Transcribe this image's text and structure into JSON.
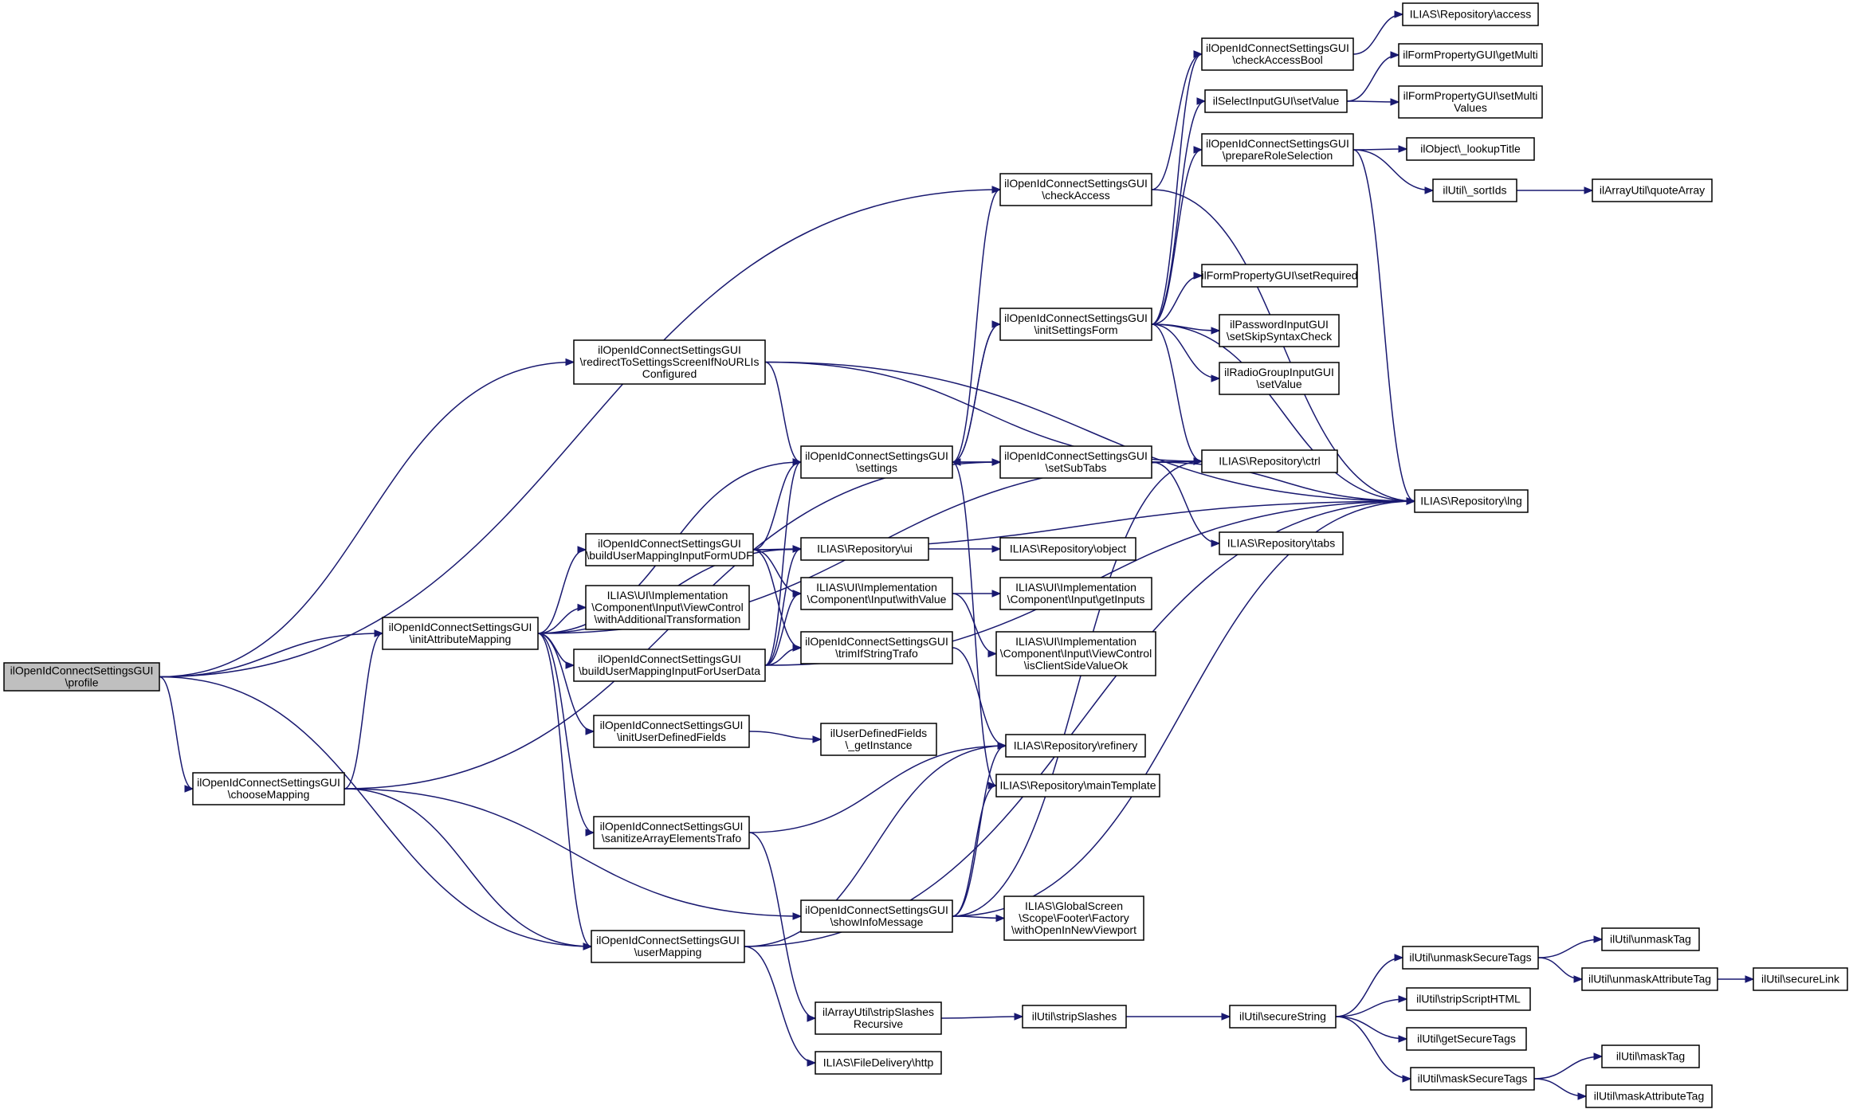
{
  "graph": {
    "nodes": [
      {
        "id": "profile",
        "lines": [
          "ilOpenIdConnectSettingsGUI",
          "\\profile"
        ],
        "root": true
      },
      {
        "id": "checkAccess",
        "lines": [
          "ilOpenIdConnectSettingsGUI",
          "\\checkAccess"
        ]
      },
      {
        "id": "checkAccessBool",
        "lines": [
          "ilOpenIdConnectSettingsGUI",
          "\\checkAccessBool"
        ]
      },
      {
        "id": "repoAccess",
        "lines": [
          "ILIAS\\Repository\\access"
        ]
      },
      {
        "id": "getMulti",
        "lines": [
          "ilFormPropertyGUI\\getMulti"
        ]
      },
      {
        "id": "selSetValue",
        "lines": [
          "ilSelectInputGUI\\setValue"
        ]
      },
      {
        "id": "setMultiValues",
        "lines": [
          "ilFormPropertyGUI\\setMulti",
          "Values"
        ]
      },
      {
        "id": "prepareRole",
        "lines": [
          "ilOpenIdConnectSettingsGUI",
          "\\prepareRoleSelection"
        ]
      },
      {
        "id": "lookupTitle",
        "lines": [
          "ilObject\\_lookupTitle"
        ]
      },
      {
        "id": "sortIds",
        "lines": [
          "ilUtil\\_sortIds"
        ]
      },
      {
        "id": "quoteArray",
        "lines": [
          "ilArrayUtil\\quoteArray"
        ]
      },
      {
        "id": "setRequired",
        "lines": [
          "ilFormPropertyGUI\\setRequired"
        ]
      },
      {
        "id": "initSettingsForm",
        "lines": [
          "ilOpenIdConnectSettingsGUI",
          "\\initSettingsForm"
        ]
      },
      {
        "id": "skipSyntax",
        "lines": [
          "ilPasswordInputGUI",
          "\\setSkipSyntaxCheck"
        ]
      },
      {
        "id": "radioSetValue",
        "lines": [
          "ilRadioGroupInputGUI",
          "\\setValue"
        ]
      },
      {
        "id": "redirect",
        "lines": [
          "ilOpenIdConnectSettingsGUI",
          "\\redirectToSettingsScreenIfNoURLIs",
          "Configured"
        ]
      },
      {
        "id": "settings",
        "lines": [
          "ilOpenIdConnectSettingsGUI",
          "\\settings"
        ]
      },
      {
        "id": "setSubTabs",
        "lines": [
          "ilOpenIdConnectSettingsGUI",
          "\\setSubTabs"
        ]
      },
      {
        "id": "ctrl",
        "lines": [
          "ILIAS\\Repository\\ctrl"
        ]
      },
      {
        "id": "lng",
        "lines": [
          "ILIAS\\Repository\\lng"
        ]
      },
      {
        "id": "tabs",
        "lines": [
          "ILIAS\\Repository\\tabs"
        ]
      },
      {
        "id": "buildUDF",
        "lines": [
          "ilOpenIdConnectSettingsGUI",
          "\\buildUserMappingInputFormUDF"
        ]
      },
      {
        "id": "ui",
        "lines": [
          "ILIAS\\Repository\\ui"
        ]
      },
      {
        "id": "object",
        "lines": [
          "ILIAS\\Repository\\object"
        ]
      },
      {
        "id": "viewControl",
        "lines": [
          "ILIAS\\UI\\Implementation",
          "\\Component\\Input\\ViewControl",
          "\\withAdditionalTransformation"
        ]
      },
      {
        "id": "withValue",
        "lines": [
          "ILIAS\\UI\\Implementation",
          "\\Component\\Input\\withValue"
        ]
      },
      {
        "id": "getInputs",
        "lines": [
          "ILIAS\\UI\\Implementation",
          "\\Component\\Input\\getInputs"
        ]
      },
      {
        "id": "initAttr",
        "lines": [
          "ilOpenIdConnectSettingsGUI",
          "\\initAttributeMapping"
        ]
      },
      {
        "id": "buildUser",
        "lines": [
          "ilOpenIdConnectSettingsGUI",
          "\\buildUserMappingInputForUserData"
        ]
      },
      {
        "id": "trimIf",
        "lines": [
          "ilOpenIdConnectSettingsGUI",
          "\\trimIfStringTrafo"
        ]
      },
      {
        "id": "clientSide",
        "lines": [
          "ILIAS\\UI\\Implementation",
          "\\Component\\Input\\ViewControl",
          "\\isClientSideValueOk"
        ]
      },
      {
        "id": "initUDF",
        "lines": [
          "ilOpenIdConnectSettingsGUI",
          "\\initUserDefinedFields"
        ]
      },
      {
        "id": "udfInstance",
        "lines": [
          "ilUserDefinedFields",
          "\\_getInstance"
        ]
      },
      {
        "id": "refinery",
        "lines": [
          "ILIAS\\Repository\\refinery"
        ]
      },
      {
        "id": "chooseMapping",
        "lines": [
          "ilOpenIdConnectSettingsGUI",
          "\\chooseMapping"
        ]
      },
      {
        "id": "mainTemplate",
        "lines": [
          "ILIAS\\Repository\\mainTemplate"
        ]
      },
      {
        "id": "sanitize",
        "lines": [
          "ilOpenIdConnectSettingsGUI",
          "\\sanitizeArrayElementsTrafo"
        ]
      },
      {
        "id": "showInfo",
        "lines": [
          "ilOpenIdConnectSettingsGUI",
          "\\showInfoMessage"
        ]
      },
      {
        "id": "footer",
        "lines": [
          "ILIAS\\GlobalScreen",
          "\\Scope\\Footer\\Factory",
          "\\withOpenInNewViewport"
        ]
      },
      {
        "id": "userMapping",
        "lines": [
          "ilOpenIdConnectSettingsGUI",
          "\\userMapping"
        ]
      },
      {
        "id": "unmaskSecure",
        "lines": [
          "ilUtil\\unmaskSecureTags"
        ]
      },
      {
        "id": "unmaskTag",
        "lines": [
          "ilUtil\\unmaskTag"
        ]
      },
      {
        "id": "unmaskAttr",
        "lines": [
          "ilUtil\\unmaskAttributeTag"
        ]
      },
      {
        "id": "secureLink",
        "lines": [
          "ilUtil\\secureLink"
        ]
      },
      {
        "id": "stripSlashesRec",
        "lines": [
          "ilArrayUtil\\stripSlashes",
          "Recursive"
        ]
      },
      {
        "id": "stripSlashes",
        "lines": [
          "ilUtil\\stripSlashes"
        ]
      },
      {
        "id": "secureString",
        "lines": [
          "ilUtil\\secureString"
        ]
      },
      {
        "id": "stripScript",
        "lines": [
          "ilUtil\\stripScriptHTML"
        ]
      },
      {
        "id": "getSecureTags",
        "lines": [
          "ilUtil\\getSecureTags"
        ]
      },
      {
        "id": "maskSecure",
        "lines": [
          "ilUtil\\maskSecureTags"
        ]
      },
      {
        "id": "maskTag",
        "lines": [
          "ilUtil\\maskTag"
        ]
      },
      {
        "id": "maskAttr",
        "lines": [
          "ilUtil\\maskAttributeTag"
        ]
      },
      {
        "id": "http",
        "lines": [
          "ILIAS\\FileDelivery\\http"
        ]
      }
    ],
    "edges": [
      [
        "profile",
        "checkAccess"
      ],
      [
        "profile",
        "redirect"
      ],
      [
        "profile",
        "chooseMapping"
      ],
      [
        "profile",
        "initAttr"
      ],
      [
        "profile",
        "userMapping"
      ],
      [
        "checkAccess",
        "checkAccessBool"
      ],
      [
        "checkAccess",
        "lng"
      ],
      [
        "checkAccessBool",
        "repoAccess"
      ],
      [
        "selSetValue",
        "getMulti"
      ],
      [
        "selSetValue",
        "setMultiValues"
      ],
      [
        "prepareRole",
        "lookupTitle"
      ],
      [
        "prepareRole",
        "sortIds"
      ],
      [
        "prepareRole",
        "lng"
      ],
      [
        "sortIds",
        "quoteArray"
      ],
      [
        "initSettingsForm",
        "checkAccessBool"
      ],
      [
        "initSettingsForm",
        "selSetValue"
      ],
      [
        "initSettingsForm",
        "prepareRole"
      ],
      [
        "initSettingsForm",
        "setRequired"
      ],
      [
        "initSettingsForm",
        "skipSyntax"
      ],
      [
        "initSettingsForm",
        "radioSetValue"
      ],
      [
        "initSettingsForm",
        "ctrl"
      ],
      [
        "initSettingsForm",
        "lng"
      ],
      [
        "initSettingsForm",
        "settings"
      ],
      [
        "redirect",
        "settings"
      ],
      [
        "redirect",
        "ctrl"
      ],
      [
        "redirect",
        "lng"
      ],
      [
        "settings",
        "checkAccess"
      ],
      [
        "settings",
        "initSettingsForm"
      ],
      [
        "settings",
        "setSubTabs"
      ],
      [
        "settings",
        "mainTemplate"
      ],
      [
        "setSubTabs",
        "settings"
      ],
      [
        "setSubTabs",
        "ctrl"
      ],
      [
        "setSubTabs",
        "lng"
      ],
      [
        "setSubTabs",
        "tabs"
      ],
      [
        "buildUDF",
        "settings"
      ],
      [
        "buildUDF",
        "ui"
      ],
      [
        "buildUDF",
        "withValue"
      ],
      [
        "buildUDF",
        "trimIf"
      ],
      [
        "buildUDF",
        "lng"
      ],
      [
        "ui",
        "object"
      ],
      [
        "withValue",
        "getInputs"
      ],
      [
        "withValue",
        "clientSide"
      ],
      [
        "initAttr",
        "settings"
      ],
      [
        "initAttr",
        "ctrl"
      ],
      [
        "initAttr",
        "ui"
      ],
      [
        "initAttr",
        "buildUDF"
      ],
      [
        "initAttr",
        "viewControl"
      ],
      [
        "initAttr",
        "buildUser"
      ],
      [
        "initAttr",
        "initUDF"
      ],
      [
        "initAttr",
        "sanitize"
      ],
      [
        "initAttr",
        "userMapping"
      ],
      [
        "buildUser",
        "settings"
      ],
      [
        "buildUser",
        "ui"
      ],
      [
        "buildUser",
        "withValue"
      ],
      [
        "buildUser",
        "trimIf"
      ],
      [
        "buildUser",
        "lng"
      ],
      [
        "trimIf",
        "refinery"
      ],
      [
        "initUDF",
        "udfInstance"
      ],
      [
        "chooseMapping",
        "initAttr"
      ],
      [
        "chooseMapping",
        "setSubTabs"
      ],
      [
        "chooseMapping",
        "showInfo"
      ],
      [
        "chooseMapping",
        "userMapping"
      ],
      [
        "sanitize",
        "refinery"
      ],
      [
        "sanitize",
        "stripSlashesRec"
      ],
      [
        "showInfo",
        "refinery"
      ],
      [
        "showInfo",
        "mainTemplate"
      ],
      [
        "showInfo",
        "ctrl"
      ],
      [
        "showInfo",
        "lng"
      ],
      [
        "showInfo",
        "footer"
      ],
      [
        "userMapping",
        "refinery"
      ],
      [
        "userMapping",
        "lng"
      ],
      [
        "userMapping",
        "http"
      ],
      [
        "unmaskSecure",
        "unmaskTag"
      ],
      [
        "unmaskSecure",
        "unmaskAttr"
      ],
      [
        "unmaskAttr",
        "secureLink"
      ],
      [
        "stripSlashesRec",
        "stripSlashes"
      ],
      [
        "stripSlashes",
        "secureString"
      ],
      [
        "secureString",
        "unmaskSecure"
      ],
      [
        "secureString",
        "stripScript"
      ],
      [
        "secureString",
        "getSecureTags"
      ],
      [
        "secureString",
        "maskSecure"
      ],
      [
        "maskSecure",
        "maskTag"
      ],
      [
        "maskSecure",
        "maskAttr"
      ]
    ]
  }
}
